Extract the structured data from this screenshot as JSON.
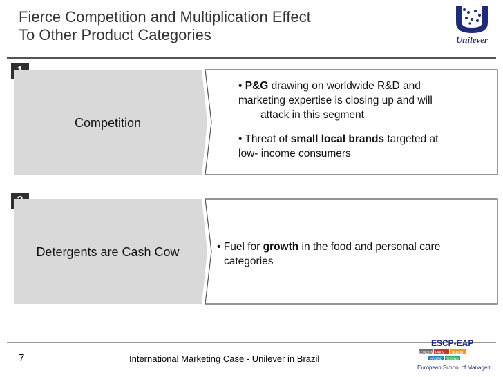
{
  "slide": {
    "title_line1": "Fierce Competition and Multiplication Effect",
    "title_line2": "To Other Product Categories"
  },
  "logo": {
    "brand": "Unilever"
  },
  "sections": [
    {
      "number": "1",
      "label": "Competition",
      "bullets": [
        {
          "bold": "P&G",
          "rest": " drawing on worldwide R&D and",
          "line2": "marketing expertise is closing up and will",
          "line3": "attack in this segment"
        },
        {
          "pre": "Threat of ",
          "bold": "small local brands",
          "rest": " targeted at",
          "line2": "low- income consumers"
        }
      ]
    },
    {
      "number": "2",
      "label": "Detergents are Cash Cow",
      "bullets": [
        {
          "pre": "Fuel for ",
          "bold": "growth",
          "rest": " in the food and personal care",
          "line2": "categories"
        }
      ]
    }
  ],
  "footer": {
    "page_number": "7",
    "caption": "International Marketing Case - Unilever in Brazil",
    "school_logo": {
      "name": "ESCP-EAP",
      "cities": [
        "LONDON",
        "PARIS",
        "BERLIN",
        "MADRID",
        "TORINO"
      ],
      "tagline": "European School of Management"
    }
  },
  "colors": {
    "badge": "#2f2f2f",
    "gray_fill": "#d9d9d9",
    "logo_blue": "#1e2a7a"
  }
}
